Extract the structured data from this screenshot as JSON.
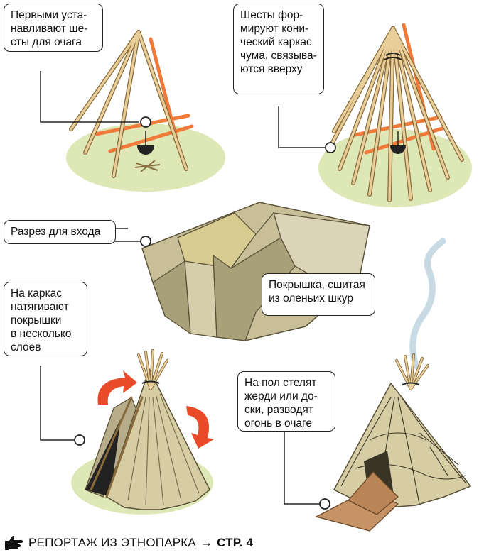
{
  "steps": [
    {
      "id": "step-1",
      "text": "Первыми уста-\nнавливают ше-\nсты для очага"
    },
    {
      "id": "step-2",
      "text": "Шесты фор-\nмируют кони-\nческий каркас\nчума, связыва-\nются вверху"
    },
    {
      "id": "step-3a",
      "text": "Разрез для входа"
    },
    {
      "id": "step-3b",
      "text": "Покрышка, сшитая\nиз  оленьих шкур"
    },
    {
      "id": "step-4",
      "text": "На каркас\nнатягивают\nпокрышки\nв несколько\nслоев"
    },
    {
      "id": "step-5",
      "text": "На пол стелят\nжерди или до-\nски, разводят\nогонь в очаге"
    }
  ],
  "footer": {
    "icon": "pointing-hand-icon",
    "text": "РЕПОРТАЖ ИЗ ЭТНОПАРКА",
    "arrow": "→",
    "page": "СТР. 4"
  },
  "colors": {
    "ground": "#dde8b6",
    "pole": "#e8cf9a",
    "pole_stroke": "#8a6a3a",
    "crossbar": "#ef7a3a",
    "hide_light": "#dcd4b8",
    "hide_mid": "#c8bf99",
    "hide_dark": "#a8a078",
    "cover": "#d7cda5",
    "red_arrow": "#e84a2a",
    "smoke": "#c8dbe4"
  }
}
